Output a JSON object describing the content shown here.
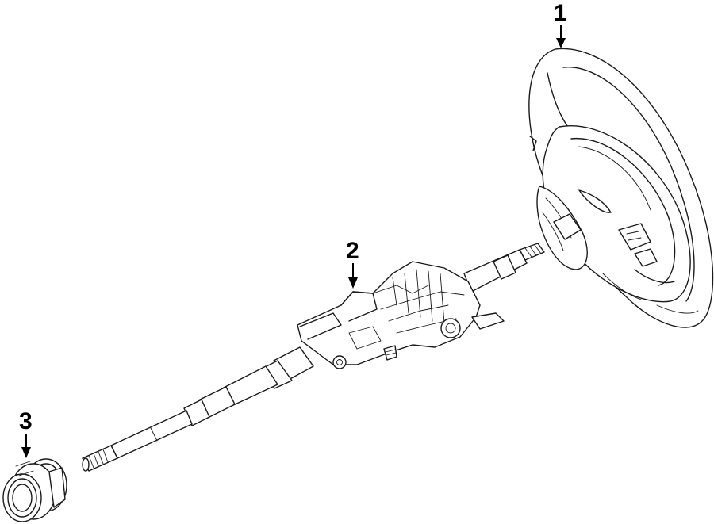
{
  "callouts": [
    {
      "number": "1",
      "part": "steering-wheel"
    },
    {
      "number": "2",
      "part": "steering-column"
    },
    {
      "number": "3",
      "part": "steering-shaft-boot"
    }
  ]
}
